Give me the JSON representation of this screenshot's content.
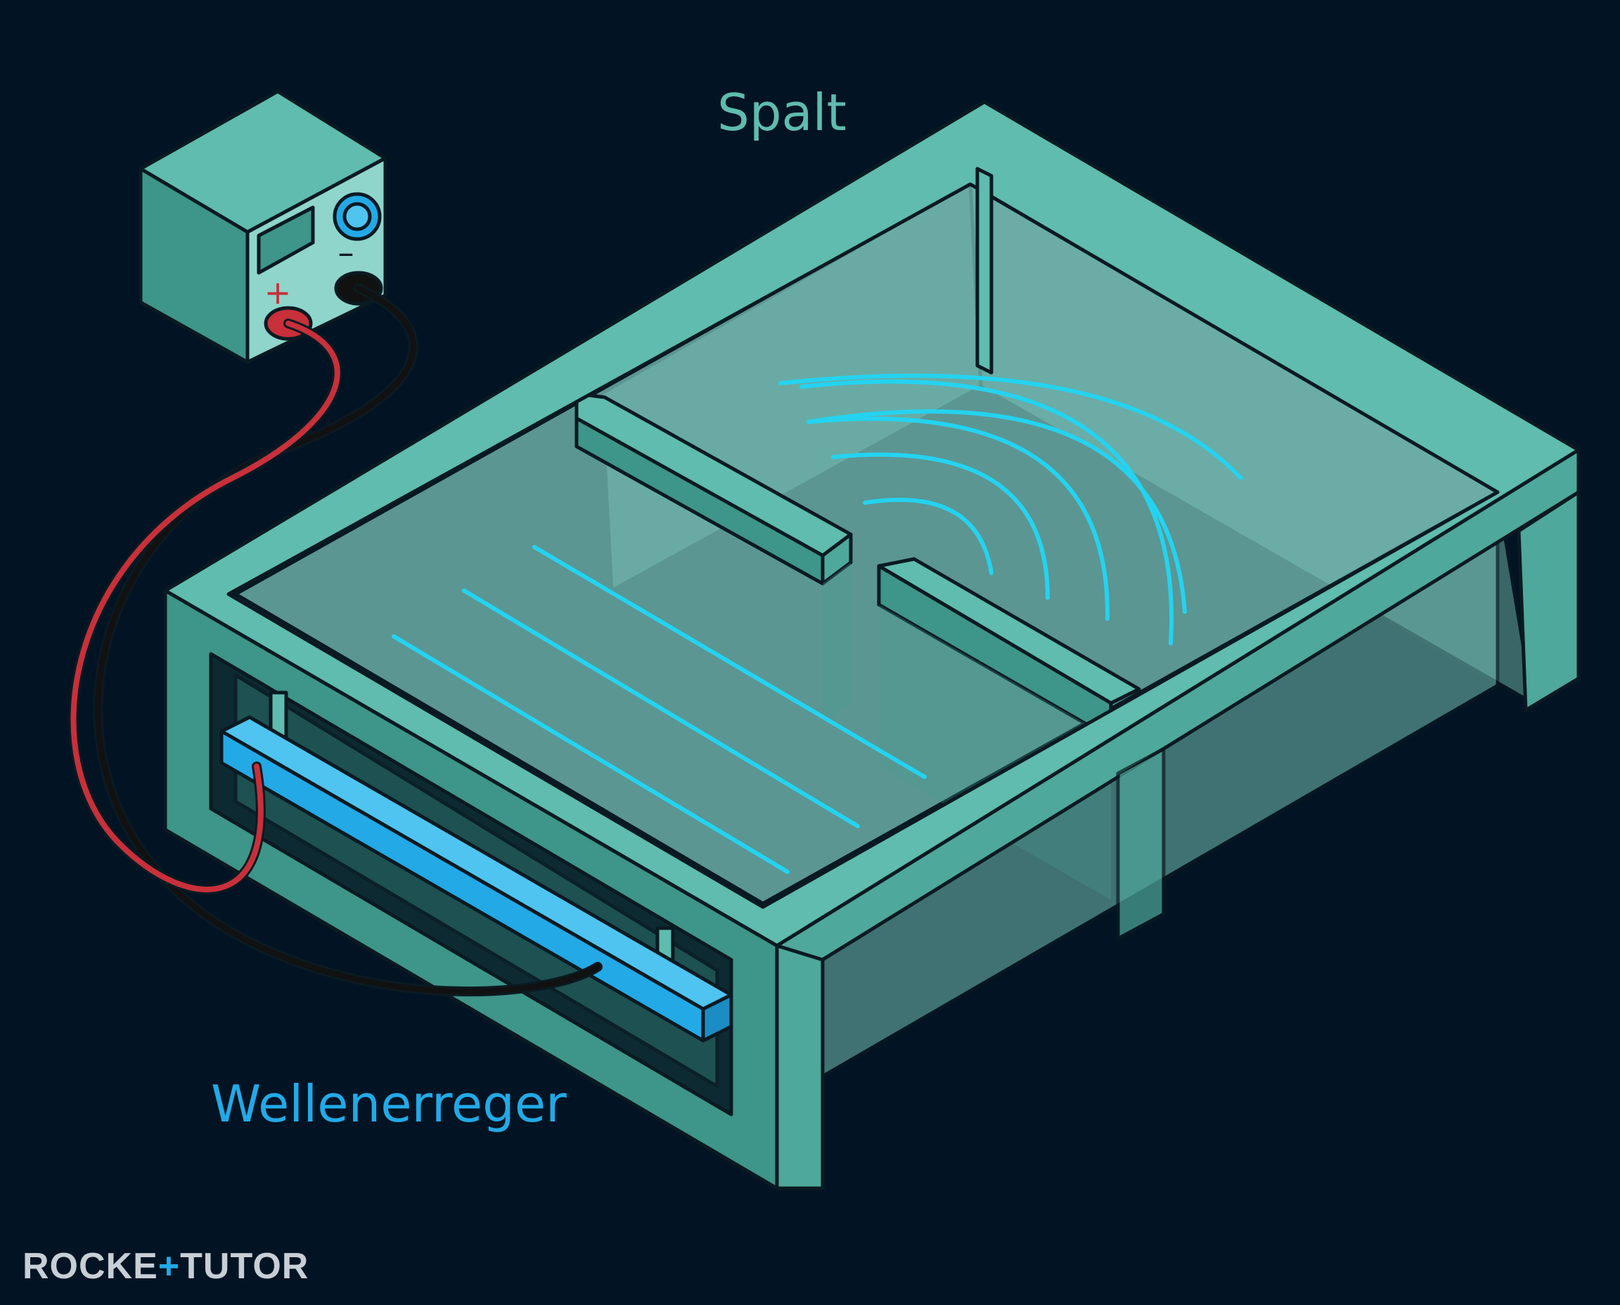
{
  "labels": {
    "gap": "Spalt",
    "exciter": "Wellenerreger"
  },
  "power_supply": {
    "positive_symbol": "+",
    "negative_symbol": "–"
  },
  "logo": {
    "part1": "ROCKE",
    "part2": "TUTOR"
  },
  "colors": {
    "background": "#021423",
    "tank_frame": "#5fbcae",
    "tank_frame_dark": "#3e9589",
    "water": "#7ec8be",
    "wave_lines": "#24d3f0",
    "exciter_bar": "#23a9e6",
    "label_gap": "#5fbcae",
    "label_exciter": "#23a9e6",
    "wire_positive": "#c8303a",
    "wire_negative": "#0a0a0a"
  }
}
